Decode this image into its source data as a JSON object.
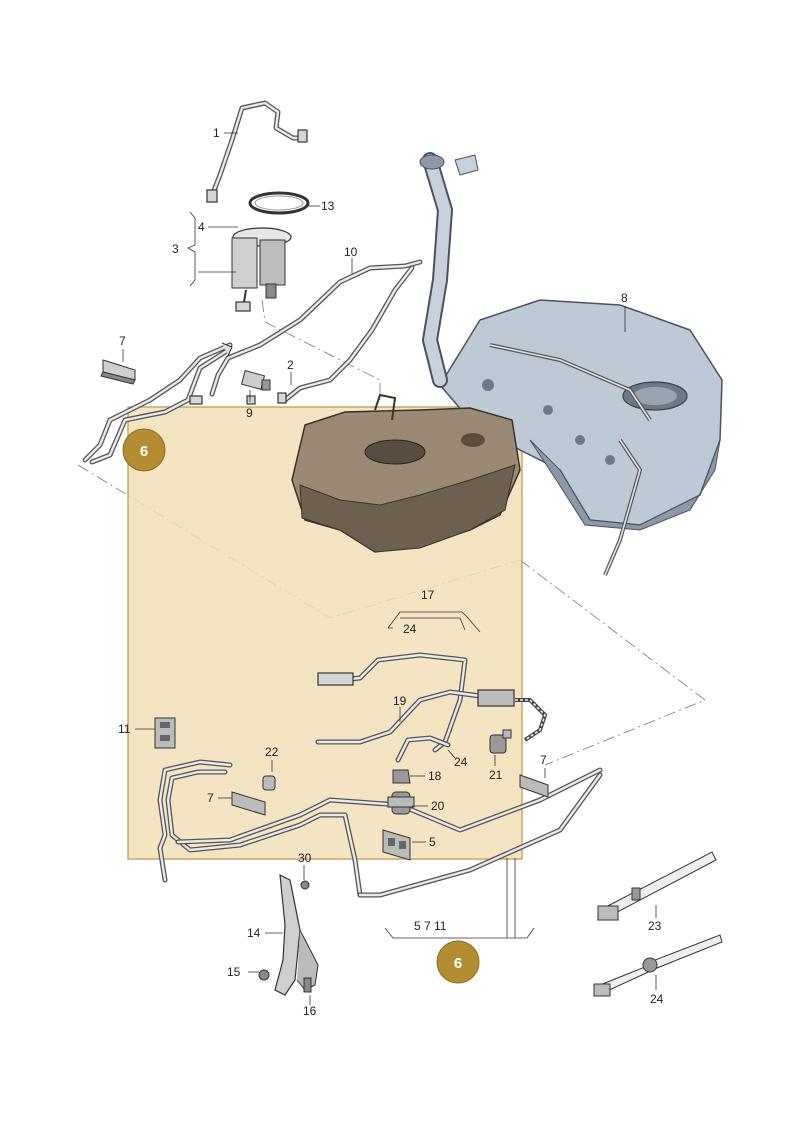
{
  "labels": {
    "l1": "1",
    "l2": "2",
    "l3": "3",
    "l4": "4",
    "l5": "5",
    "l7a": "7",
    "l7b": "7",
    "l7c": "7",
    "l8": "8",
    "l9": "9",
    "l10": "10",
    "l11": "11",
    "l13": "13",
    "l14": "14",
    "l15": "15",
    "l16": "16",
    "l17": "17",
    "l18": "18",
    "l19": "19",
    "l20": "20",
    "l21": "21",
    "l22": "22",
    "l23": "23",
    "l24a": "24",
    "l24b": "24",
    "l24c": "24",
    "l30": "30",
    "group": "5   7   11"
  },
  "badges": {
    "b1": "6",
    "b2": "6"
  },
  "colors": {
    "highlight_fill": "#f3dfb6",
    "highlight_border": "#c8a763",
    "badge_fill": "#b38d32",
    "badge_text": "#ffffff",
    "tank_fill": "#bfc9d6",
    "tank_dark": "#6f7885",
    "part_fill": "#d6d6d6"
  }
}
